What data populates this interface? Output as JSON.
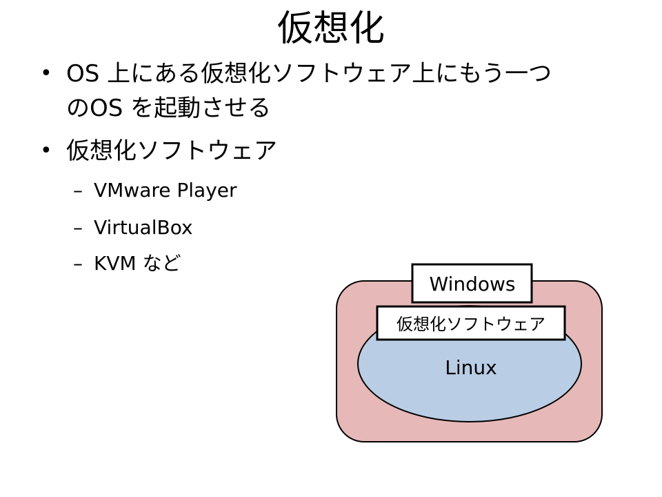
{
  "title": "仮想化",
  "bullets": [
    {
      "lines": [
        "OS 上にある仮想化ソフトウェア上にもう一つ",
        "のOS を起動させる"
      ]
    },
    {
      "lines": [
        "仮想化ソフトウェア"
      ],
      "subitems": [
        "VMware Player",
        "VirtualBox",
        "KVM など"
      ]
    }
  ],
  "bullet_symbol": "•",
  "sub_bullet_symbol": "–",
  "diagram": {
    "outer_label": "Windows",
    "middle_label": "仮想化ソフトウェア",
    "inner_label": "Linux",
    "colors": {
      "outer_fill": "#e6b8b8",
      "inner_fill": "#b9cde5",
      "stroke": "#000000",
      "label_fill": "#ffffff"
    }
  }
}
